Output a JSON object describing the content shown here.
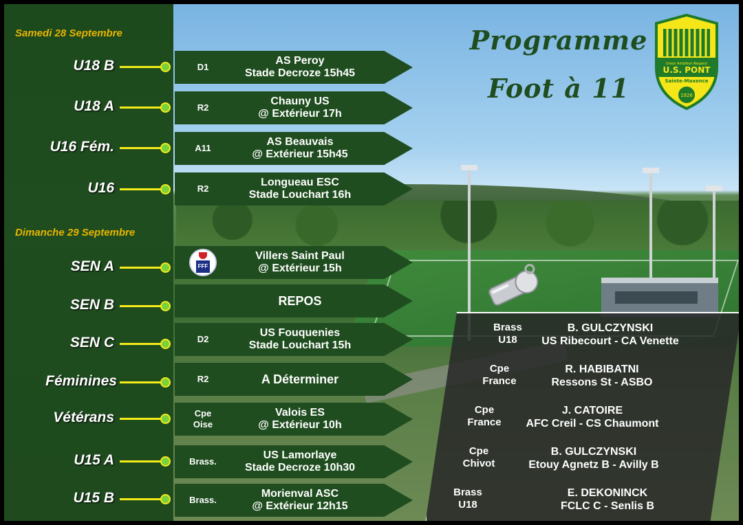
{
  "title": {
    "line1": "Programme",
    "line2": "Foot à 11"
  },
  "logo": {
    "motto": "Union Ambition Respect",
    "name": "U.S. PONT",
    "city": "Sainte-Maxence",
    "year": "1926"
  },
  "colors": {
    "green": "#1f4d1f",
    "yellow": "#f6ec1a",
    "date": "#e8b400"
  },
  "days": [
    {
      "label": "Samedi 28 Septembre"
    },
    {
      "label": "Dimanche 29 Septembre"
    }
  ],
  "matches": [
    {
      "team": "U18 B",
      "comp": "D1",
      "line1": "AS Peroy",
      "line2": "Stade Decroze 15h45"
    },
    {
      "team": "U18 A",
      "comp": "R2",
      "line1": "Chauny US",
      "line2": "@ Extérieur 17h"
    },
    {
      "team": "U16 Fém.",
      "comp": "A11",
      "line1": "AS Beauvais",
      "line2": "@ Extérieur 15h45"
    },
    {
      "team": "U16",
      "comp": "R2",
      "line1": "Longueau ESC",
      "line2": "Stade Louchart 16h"
    },
    {
      "team": "SEN A",
      "comp_icon": "fff-logo-icon",
      "comp_icon_text": "FFF",
      "line1": "Villers Saint Paul",
      "line2": "@ Extérieur 15h"
    },
    {
      "team": "SEN B",
      "comp": "",
      "line1": "REPOS",
      "line2": ""
    },
    {
      "team": "SEN C",
      "comp": "D2",
      "line1": "US Fouquenies",
      "line2": "Stade Louchart 15h"
    },
    {
      "team": "Féminines",
      "comp": "R2",
      "line1": "A Déterminer",
      "line2": ""
    },
    {
      "team": "Vétérans",
      "comp": "Cpe Oise",
      "comp1": "Cpe",
      "comp2": "Oise",
      "line1": "Valois ES",
      "line2": "@ Extérieur 10h"
    },
    {
      "team": "U15  A",
      "comp": "Brass.",
      "line1": "US Lamorlaye",
      "line2": "Stade Decroze 10h30"
    },
    {
      "team": "U15 B",
      "comp": "Brass.",
      "line1": "Morienval ASC",
      "line2": "@ Extérieur 12h15"
    }
  ],
  "cup_games": [
    {
      "comp1": "Brass",
      "comp2": "U18",
      "ref": "B. GULCZYNSKI",
      "game": "US Ribecourt - CA Venette"
    },
    {
      "comp1": "Cpe",
      "comp2": "France",
      "ref": "R. HABIBATNI",
      "game": "Ressons St - ASBO"
    },
    {
      "comp1": "Cpe",
      "comp2": "France",
      "ref": "J. CATOIRE",
      "game": "AFC Creil - CS Chaumont"
    },
    {
      "comp1": "Cpe",
      "comp2": "Chivot",
      "ref": "B. GULCZYNSKI",
      "game": "Etouy Agnetz B - Avilly B"
    },
    {
      "comp1": "Brass",
      "comp2": "U18",
      "ref": "E. DEKONINCK",
      "game": "FCLC C - Senlis B"
    }
  ]
}
